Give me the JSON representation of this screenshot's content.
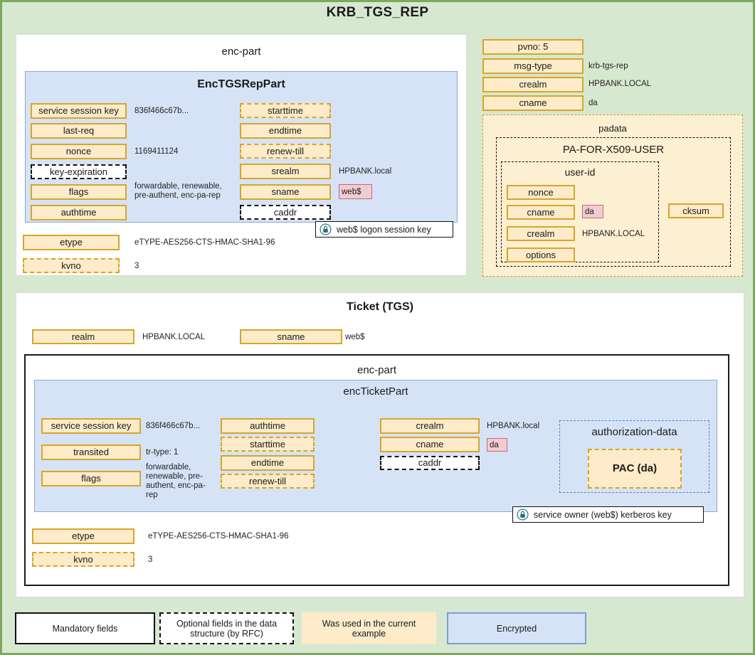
{
  "title": "KRB_TGS_REP",
  "top": {
    "enc_part_label": "enc-part",
    "enc_tgs_rep_part_label": "EncTGSRepPart",
    "left_fields": [
      {
        "label": "service session key",
        "style": "solid",
        "value": "836f466c67b..."
      },
      {
        "label": "last-req",
        "style": "solid",
        "value": ""
      },
      {
        "label": "nonce",
        "style": "solid",
        "value": "1169411124"
      },
      {
        "label": "key-expiration",
        "style": "dash-black",
        "value": ""
      },
      {
        "label": "flags",
        "style": "solid",
        "value": "forwardable, renewable, pre-authent, enc-pa-rep"
      },
      {
        "label": "authtime",
        "style": "solid",
        "value": ""
      }
    ],
    "right_fields": [
      {
        "label": "starttime",
        "style": "dash-gold",
        "value": ""
      },
      {
        "label": "endtime",
        "style": "solid",
        "value": ""
      },
      {
        "label": "renew-till",
        "style": "dash-gold",
        "value": ""
      },
      {
        "label": "srealm",
        "style": "solid",
        "value": "HPBANK.local"
      },
      {
        "label": "sname",
        "style": "solid",
        "value": "web$",
        "value_highlight": true
      },
      {
        "label": "caddr",
        "style": "dash-black",
        "value": ""
      }
    ],
    "key_badge": "web$ logon session key",
    "outer_fields": [
      {
        "label": "etype",
        "style": "solid",
        "value": "eTYPE-AES256-CTS-HMAC-SHA1-96"
      },
      {
        "label": "kvno",
        "style": "dash-gold",
        "value": "3"
      }
    ]
  },
  "header_fields": [
    {
      "label": "pvno: 5",
      "value": ""
    },
    {
      "label": "msg-type",
      "value": "krb-tgs-rep"
    },
    {
      "label": "crealm",
      "value": "HPBANK.LOCAL"
    },
    {
      "label": "cname",
      "value": "da"
    }
  ],
  "padata": {
    "label": "padata",
    "pa_for_x509_user_label": "PA-FOR-X509-USER",
    "user_id_label": "user-id",
    "user_id_fields": [
      {
        "label": "nonce",
        "value": ""
      },
      {
        "label": "cname",
        "value": "da",
        "value_highlight": true
      },
      {
        "label": "crealm",
        "value": "HPBANK.LOCAL"
      },
      {
        "label": "options",
        "value": ""
      }
    ],
    "cksum_label": "cksum"
  },
  "ticket": {
    "title": "Ticket (TGS)",
    "top_fields": [
      {
        "label": "realm",
        "value": "HPBANK.LOCAL"
      },
      {
        "label": "sname",
        "value": "web$"
      }
    ],
    "enc_part_label": "enc-part",
    "enc_ticket_part_label": "encTicketPart",
    "col1": [
      {
        "label": "service session key",
        "style": "solid",
        "value": "836f466c67b..."
      },
      {
        "label": "transited",
        "style": "solid",
        "value": "tr-type: 1"
      },
      {
        "label": "flags",
        "style": "solid",
        "value": "forwardable, renewable, pre-authent, enc-pa-rep"
      }
    ],
    "col2": [
      {
        "label": "authtime",
        "style": "solid"
      },
      {
        "label": "starttime",
        "style": "dash-gold"
      },
      {
        "label": "endtime",
        "style": "solid"
      },
      {
        "label": "renew-till",
        "style": "dash-gold"
      }
    ],
    "col3": [
      {
        "label": "crealm",
        "style": "solid",
        "value": "HPBANK.local"
      },
      {
        "label": "cname",
        "style": "solid",
        "value": "da",
        "value_highlight": true
      },
      {
        "label": "caddr",
        "style": "dash-black",
        "value": ""
      }
    ],
    "authorization_data_label": "authorization-data",
    "pac_label": "PAC (da)",
    "key_badge": "service owner (web$) kerberos key",
    "outer_fields": [
      {
        "label": "etype",
        "style": "solid",
        "value": "eTYPE-AES256-CTS-HMAC-SHA1-96"
      },
      {
        "label": "kvno",
        "style": "dash-gold",
        "value": "3"
      }
    ]
  },
  "legend": [
    {
      "label": "Mandatory fields",
      "kind": "lg-mandatory"
    },
    {
      "label": "Optional fields in the data structure (by RFC)",
      "kind": "lg-optional"
    },
    {
      "label": "Was used in the current example",
      "kind": "lg-used"
    },
    {
      "label": "Encrypted",
      "kind": "lg-enc"
    }
  ],
  "colors": {
    "background": "#d7e8d0",
    "border": "#7fa85f",
    "field_fill": "#fdebc9",
    "field_border": "#d5a629",
    "encrypted_fill": "#d6e3f7",
    "encrypted_border": "#8ba8d6",
    "highlight_fill": "#f2ccd3",
    "highlight_border": "#c06b78",
    "lock_icon": "#1d6e7e"
  }
}
